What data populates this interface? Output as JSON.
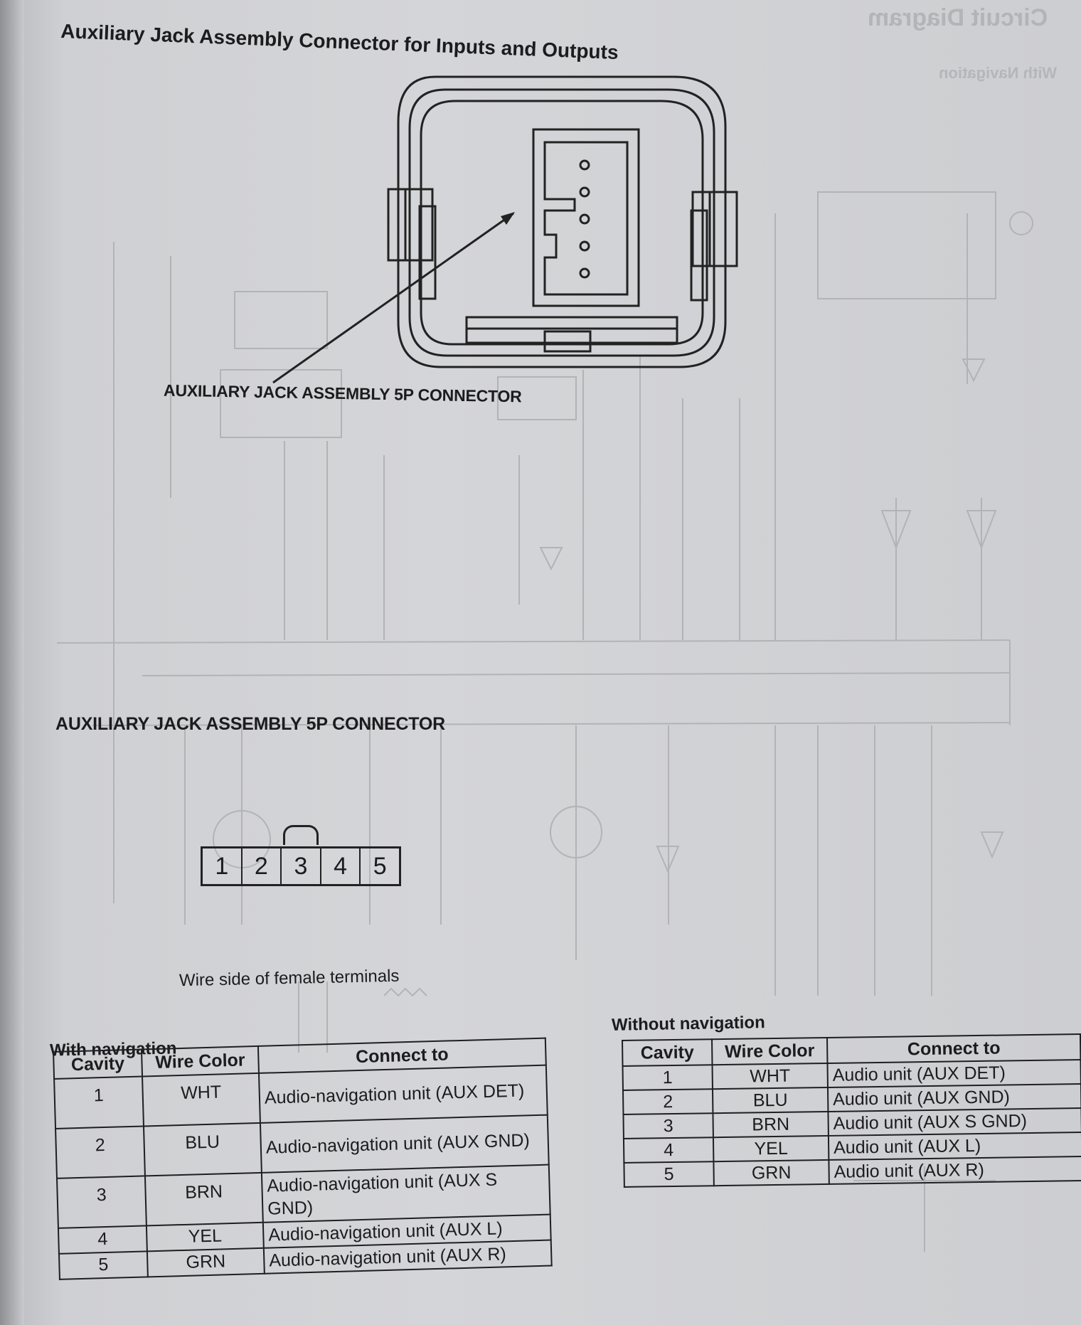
{
  "header": {
    "title": "Auxiliary Jack Assembly Connector for Inputs and Outputs",
    "mirror_title": "Circuit Diagram",
    "mirror_subtitle": "With Navigation"
  },
  "diagram": {
    "top_label": "AUXILIARY JACK ASSEMBLY 5P CONNECTOR",
    "section_label": "AUXILIARY JACK ASSEMBLY 5P CONNECTOR",
    "pins": [
      "1",
      "2",
      "3",
      "4",
      "5"
    ],
    "wire_side_note": "Wire side of female terminals"
  },
  "with_navigation": {
    "caption": "With navigation",
    "headers": [
      "Cavity",
      "Wire Color",
      "Connect to"
    ],
    "rows": [
      {
        "cavity": "1",
        "color": "WHT",
        "connect": "Audio-navigation unit (AUX DET)"
      },
      {
        "cavity": "2",
        "color": "BLU",
        "connect": "Audio-navigation unit (AUX GND)"
      },
      {
        "cavity": "3",
        "color": "BRN",
        "connect": "Audio-navigation unit (AUX S GND)"
      },
      {
        "cavity": "4",
        "color": "YEL",
        "connect": "Audio-navigation unit (AUX L)"
      },
      {
        "cavity": "5",
        "color": "GRN",
        "connect": "Audio-navigation unit (AUX R)"
      }
    ]
  },
  "without_navigation": {
    "caption": "Without navigation",
    "headers": [
      "Cavity",
      "Wire Color",
      "Connect to"
    ],
    "rows": [
      {
        "cavity": "1",
        "color": "WHT",
        "connect": "Audio unit (AUX DET)"
      },
      {
        "cavity": "2",
        "color": "BLU",
        "connect": "Audio unit (AUX GND)"
      },
      {
        "cavity": "3",
        "color": "BRN",
        "connect": "Audio unit (AUX S GND)"
      },
      {
        "cavity": "4",
        "color": "YEL",
        "connect": "Audio unit (AUX L)"
      },
      {
        "cavity": "5",
        "color": "GRN",
        "connect": "Audio unit (AUX R)"
      }
    ]
  }
}
